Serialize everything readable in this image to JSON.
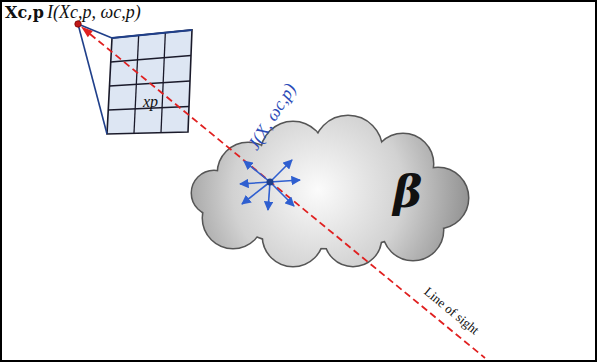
{
  "diagram": {
    "nodes": [
      {
        "text": [
          "xp"
        ]
      },
      {
        "text": [
          "β"
        ]
      }
    ],
    "labels": [
      "Xc,p",
      "I(Xc,p, ωc,p)",
      "J(X, ωc,p)",
      "Line of sight"
    ]
  }
}
